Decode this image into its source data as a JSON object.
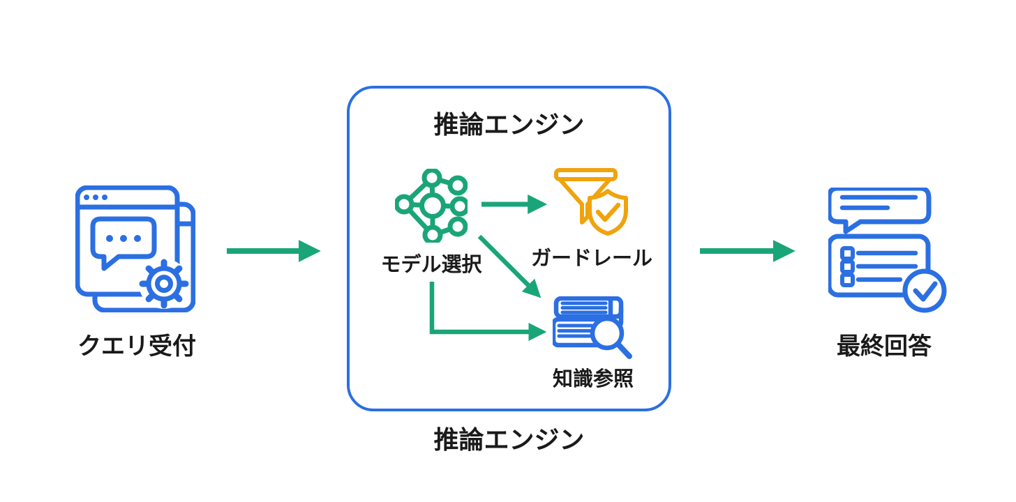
{
  "nodes": {
    "query": {
      "label": "クエリ受付"
    },
    "engine": {
      "title": "推論エンジン",
      "caption": "推論エンジン",
      "children": {
        "model": {
          "label": "モデル選択"
        },
        "guardrail": {
          "label": "ガードレール"
        },
        "knowledge": {
          "label": "知識参照"
        }
      }
    },
    "answer": {
      "label": "最終回答"
    }
  },
  "flows": [
    {
      "from": "query",
      "to": "engine"
    },
    {
      "from": "model",
      "to": "guardrail"
    },
    {
      "from": "model",
      "to": "knowledge",
      "style": "diagonal"
    },
    {
      "from": "model",
      "to": "knowledge",
      "style": "elbow"
    },
    {
      "from": "engine",
      "to": "answer"
    }
  ],
  "icons": {
    "query": "browser-chat-gear-icon",
    "model": "network-graph-icon",
    "guardrail": "funnel-shield-check-icon",
    "knowledge": "books-magnifier-icon",
    "answer": "chat-checklist-check-icon"
  },
  "colors": {
    "blue": "#2B6FE2",
    "green": "#1AA578",
    "orange": "#F0A30C",
    "text": "#1A1A1A",
    "background": "#FFFFFF"
  }
}
